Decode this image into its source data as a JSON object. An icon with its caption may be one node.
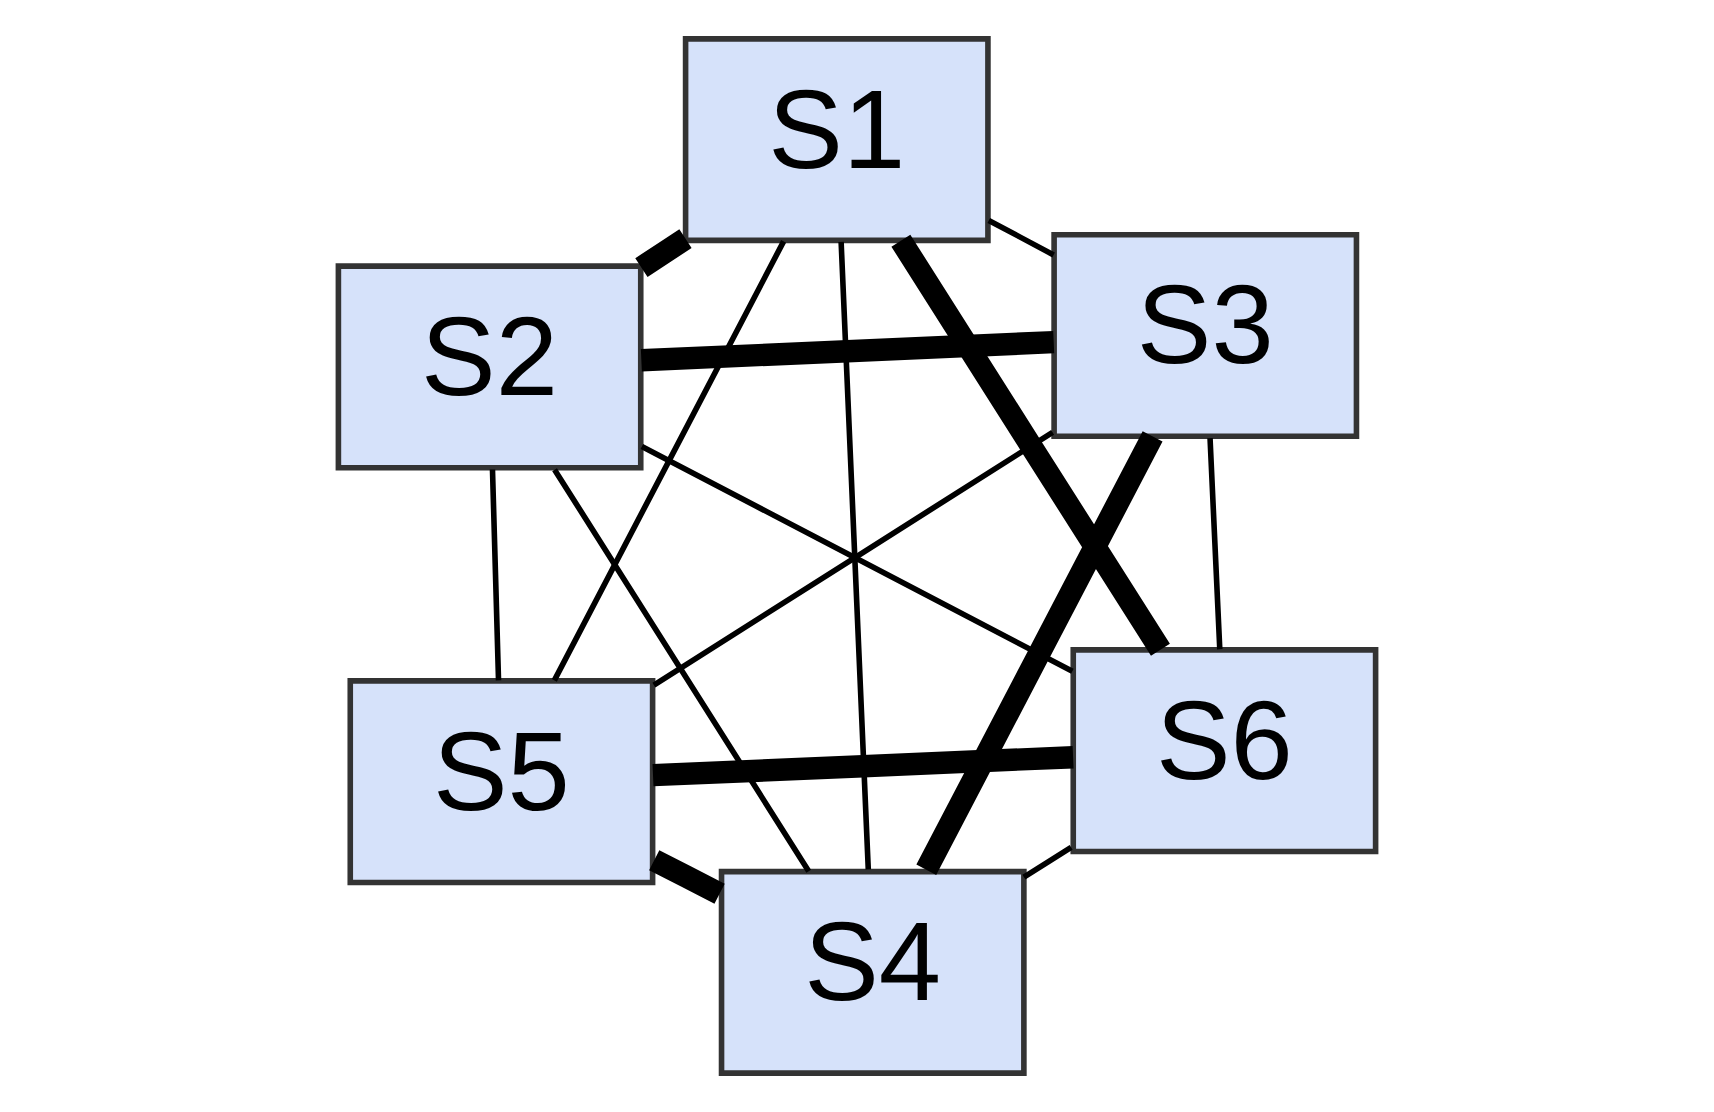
{
  "diagram": {
    "nodes": [
      {
        "text": [
          "S5"
        ]
      },
      {
        "text": [
          "S6"
        ]
      },
      {
        "text": [
          "S4"
        ]
      },
      {
        "text": [
          "S1"
        ]
      },
      {
        "text": [
          "S3"
        ]
      },
      {
        "text": [
          "S2"
        ]
      }
    ],
    "edges": [
      {
        "from": 3,
        "to": 5,
        "arrow": "none",
        "style": "thick"
      },
      {
        "from": 5,
        "to": 4,
        "arrow": "none",
        "style": "thick"
      },
      {
        "from": 4,
        "to": 2,
        "arrow": "none",
        "style": "thick"
      },
      {
        "from": 2,
        "to": 0,
        "arrow": "none",
        "style": "thick"
      },
      {
        "from": 0,
        "to": 1,
        "arrow": "none",
        "style": "thick"
      },
      {
        "from": 1,
        "to": 3,
        "arrow": "none",
        "style": "thick"
      },
      {
        "from": 3,
        "to": 4,
        "arrow": "none"
      },
      {
        "from": 3,
        "to": 2,
        "arrow": "none"
      },
      {
        "from": 3,
        "to": 0,
        "arrow": "none"
      },
      {
        "from": 5,
        "to": 2,
        "arrow": "none"
      },
      {
        "from": 5,
        "to": 0,
        "arrow": "none"
      },
      {
        "from": 5,
        "to": 1,
        "arrow": "none"
      },
      {
        "from": 4,
        "to": 0,
        "arrow": "none"
      },
      {
        "from": 4,
        "to": 1,
        "arrow": "none"
      },
      {
        "from": 2,
        "to": 1,
        "arrow": "none"
      }
    ]
  }
}
